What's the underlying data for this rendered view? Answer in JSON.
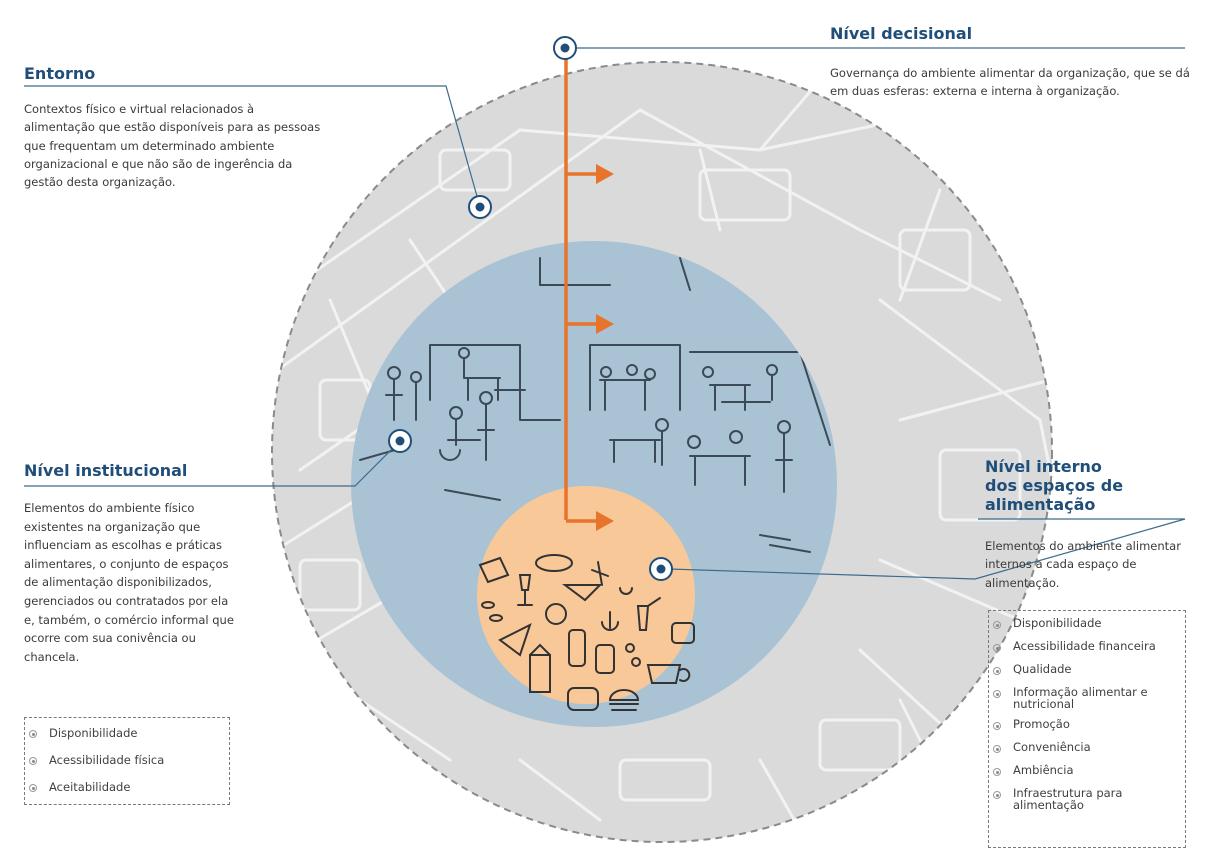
{
  "entorno": {
    "title": "Entorno",
    "description": "Contextos físico e virtual relacionados à alimentação que estão disponíveis para as pessoas que frequentam um determinado ambiente organizacional e que não são de ingerência da gestão desta organização."
  },
  "decisional": {
    "title": "Nível decisional",
    "description": "Governança do ambiente alimentar da organização, que se dá em duas esferas: externa e interna à organização."
  },
  "institucional": {
    "title": "Nível institucional",
    "description": "Elementos do ambiente físico existentes na organização que influenciam as escolhas e práticas alimentares, o conjunto de espaços de alimentação disponibilizados, gerenciados ou contratados por ela e, também, o comércio informal que ocorre com sua conivência ou chancela.",
    "items": [
      "Disponibilidade",
      "Acessibilidade física",
      "Aceitabilidade"
    ]
  },
  "interno": {
    "title_lines": [
      "Nível interno",
      "dos espaços de",
      "alimentação"
    ],
    "description": "Elementos do ambiente alimentar internos a cada espaço de alimentação.",
    "items": [
      "Disponibilidade",
      "Acessibilidade financeira",
      "Qualidade",
      "Informação alimentar e nutricional",
      "Promoção",
      "Conveniência",
      "Ambiência",
      "Infraestrutura para alimentação"
    ]
  },
  "colors": {
    "outer_circle": "#dadada",
    "middle_circle": "#a9c3d4",
    "inner_circle": "#f8c898",
    "arrow": "#e8732a",
    "heading": "#1f4e79",
    "marker": "#1f4e79"
  },
  "icons": [
    "location-marker-icon",
    "orange-arrow-icon",
    "bullet-icon",
    "people-dining-sketch",
    "food-items-sketch",
    "street-map-background"
  ]
}
